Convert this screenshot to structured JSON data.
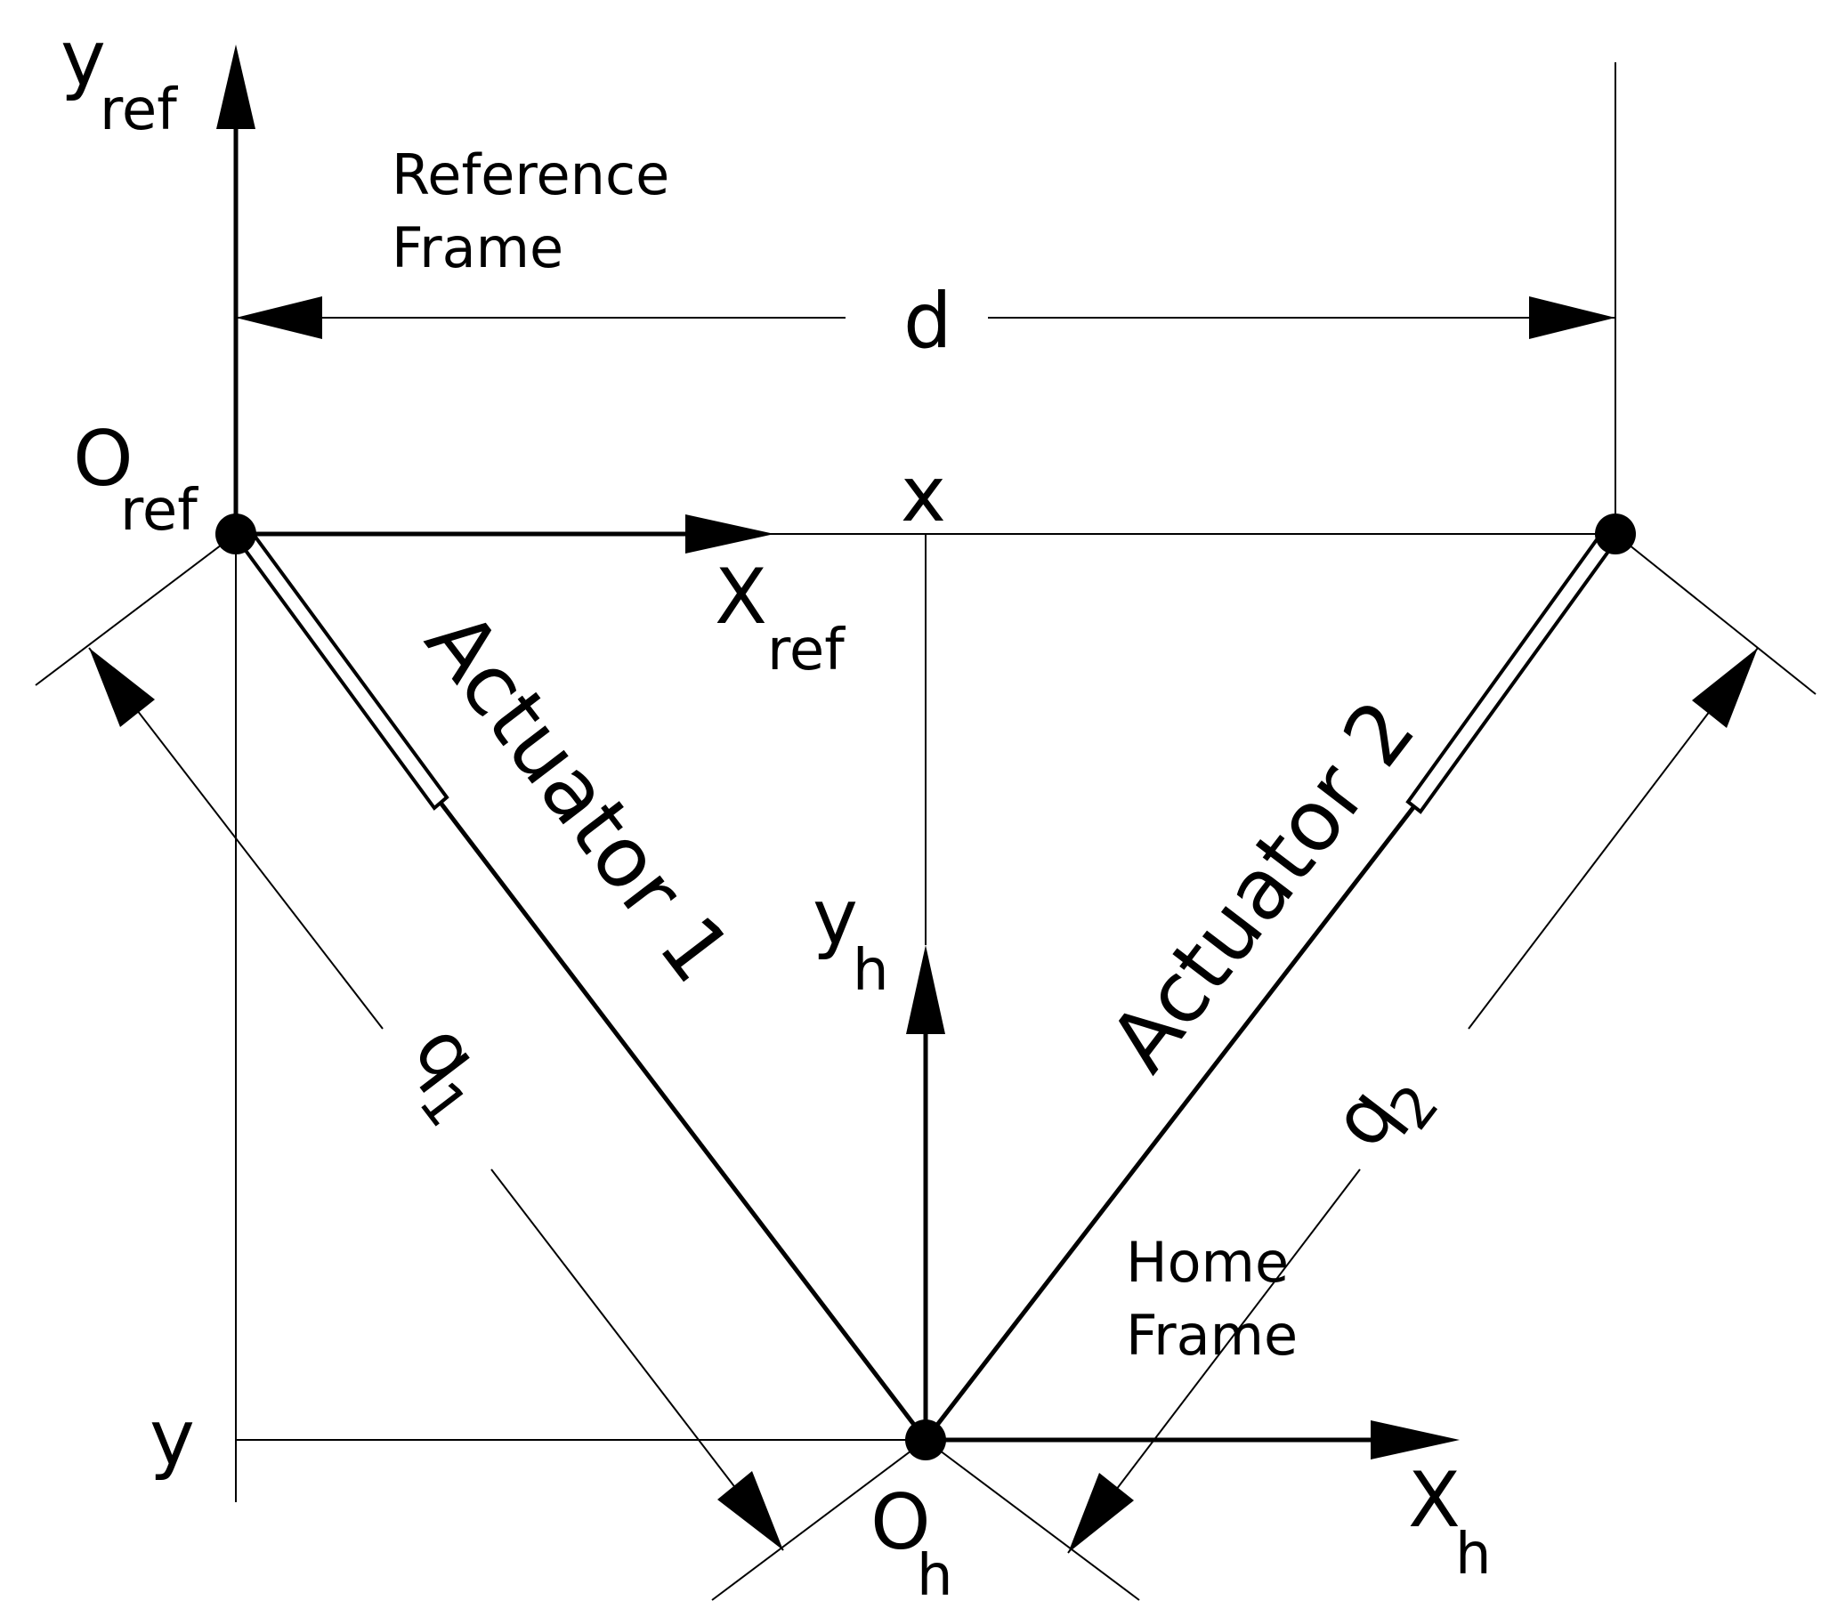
{
  "diagram": {
    "axes": {
      "y_ref": {
        "main": "y",
        "sub": "ref"
      },
      "x_ref": {
        "main": "X",
        "sub": "ref"
      },
      "o_ref": {
        "main": "O",
        "sub": "ref"
      },
      "y_h": {
        "main": "y",
        "sub": "h"
      },
      "x_h": {
        "main": "X",
        "sub": "h"
      },
      "o_h": {
        "main": "O",
        "sub": "h"
      }
    },
    "reference_frame": {
      "line1": "Reference",
      "line2": "Frame"
    },
    "home_frame": {
      "line1": "Home",
      "line2": "Frame"
    },
    "dimension_d": "d",
    "coord_x": "x",
    "coord_y": "y",
    "actuator1": "Actuator 1",
    "actuator2": "Actuator 2",
    "q1": {
      "main": "q",
      "sub": "1"
    },
    "q2": {
      "main": "q",
      "sub": "2"
    }
  }
}
